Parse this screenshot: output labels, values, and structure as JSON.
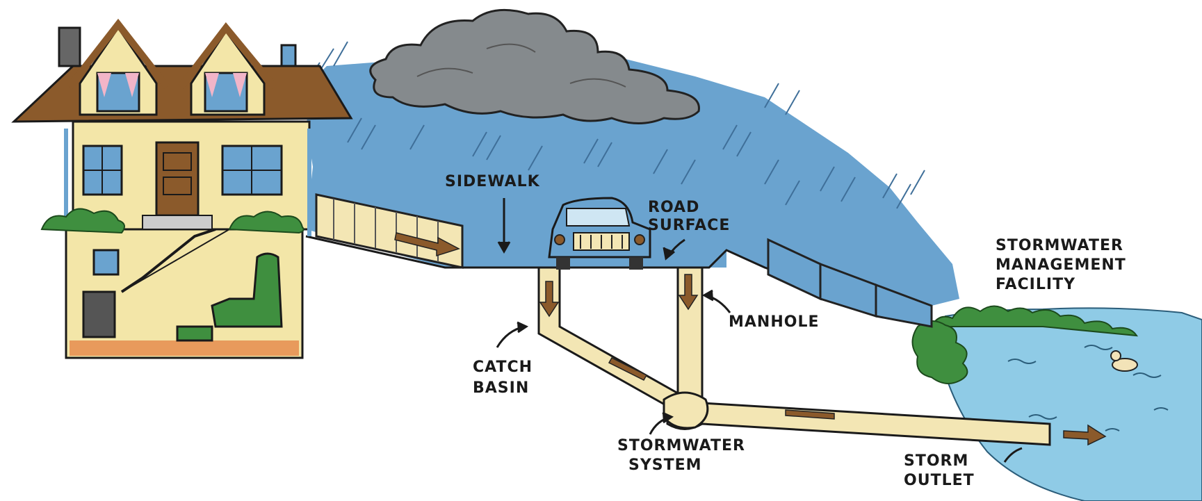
{
  "labels": {
    "sidewalk": "SIDEWALK",
    "road_surface": [
      "ROAD",
      "SURFACE"
    ],
    "facility": [
      "STORMWATER",
      "MANAGEMENT",
      "FACILITY"
    ],
    "manhole": "MANHOLE",
    "catch_basin": [
      "CATCH",
      "BASIN"
    ],
    "stormwater_system": [
      "STORMWATER",
      "SYSTEM"
    ],
    "storm_outlet": [
      "STORM",
      "OUTLET"
    ]
  },
  "colors": {
    "sky": "#6aa3cf",
    "cloud": "#858a8d",
    "pipe": "#f3e6b4",
    "water": "#8fcbe6",
    "grass": "#3f8f3f",
    "roof": "#8b5a2b",
    "house_wall": "#f3e6a8",
    "basement_floor": "#e89a5c",
    "flow_arrow": "#8b5a2b"
  }
}
